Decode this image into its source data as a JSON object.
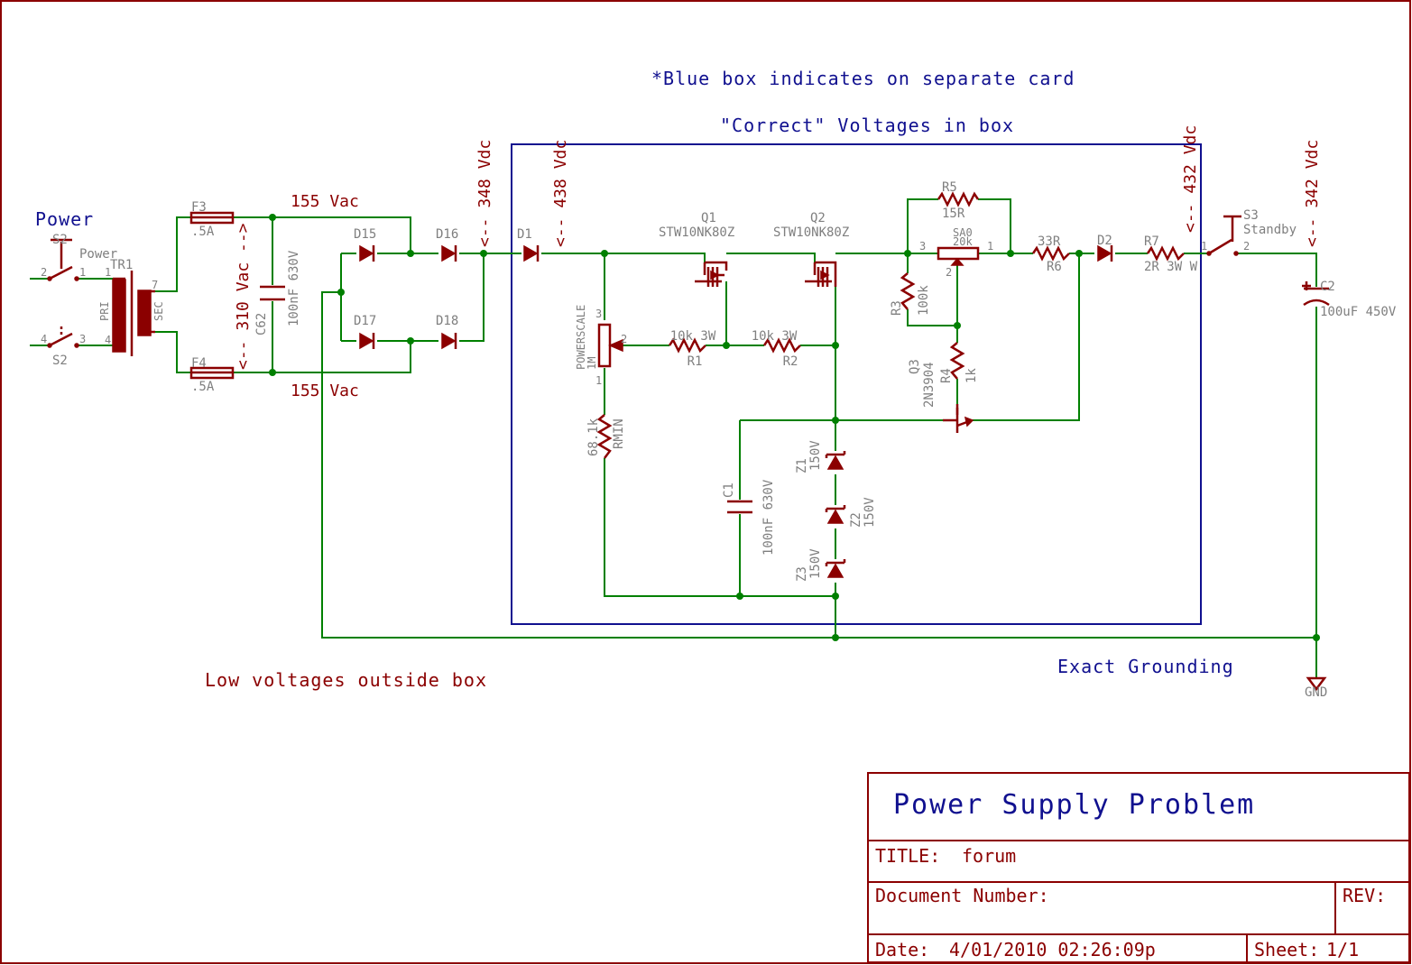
{
  "notes": {
    "blue_box": "*Blue box indicates on separate card",
    "correct_voltages": "\"Correct\" Voltages in box",
    "low_voltages": "Low voltages outside box",
    "exact_grounding": "Exact Grounding",
    "power": "Power"
  },
  "voltages": {
    "ac_top": "155 Vac",
    "ac_bottom": "155 Vac",
    "ac_310": "<-- 310 Vac -->",
    "v348": "<-- 348 Vdc",
    "v438": "<-- 438 Vdc",
    "v432": "<-- 432 Vdc",
    "v342": "<-- 342 Vdc"
  },
  "components": {
    "S2a": "S2",
    "S2a_val": "Power",
    "S2b": "S2",
    "TR1": "TR1",
    "TR1_pri": "PRI",
    "TR1_sec": "SEC",
    "F3": "F3",
    "F3_val": ".5A",
    "F4": "F4",
    "F4_val": ".5A",
    "C62": "C62",
    "C62_val": "100nF 630V",
    "D15": "D15",
    "D16": "D16",
    "D17": "D17",
    "D18": "D18",
    "D1": "D1",
    "D2": "D2",
    "Q1": "Q1",
    "Q1_val": "STW10NK80Z",
    "Q2": "Q2",
    "Q2_val": "STW10NK80Z",
    "R5": "R5",
    "R5_val": "15R",
    "SA0": "SA0",
    "SA0_val": "20k",
    "R6": "R6",
    "R6_val": "33R",
    "R7": "R7",
    "R7_val": "2R 3W W",
    "S3": "S3",
    "S3_val": "Standby",
    "C2": "C2",
    "C2_val": "100uF 450V",
    "R3": "R3",
    "R3_val": "100k",
    "R4": "R4",
    "R4_val": "1k",
    "Q3": "Q3",
    "Q3_val": "2N3904",
    "POT": "POWERSCALE",
    "POT_val": "1M",
    "R1": "R1",
    "R1_val": "10k 3W",
    "R2": "R2",
    "R2_val": "10k 3W",
    "RMIN": "RMIN",
    "RMIN_val": "68.1k",
    "C1": "C1",
    "C1_val": "100nF 630V",
    "Z1": "Z1",
    "Z1_val": "150V",
    "Z2": "Z2",
    "Z2_val": "150V",
    "Z3": "Z3",
    "Z3_val": "150V",
    "GND": "GND"
  },
  "title_block": {
    "heading": "Power Supply Problem",
    "title_label": "TITLE:",
    "title_value": "forum",
    "doc_label": "Document Number:",
    "rev_label": "REV:",
    "date_label": "Date:",
    "date_value": "4/01/2010 02:26:09p",
    "sheet_label": "Sheet:",
    "sheet_value": "1/1"
  },
  "colors": {
    "wire": "#008000",
    "symbol": "#8b0000",
    "blue_box": "#10108f",
    "label": "#7f7f7f"
  }
}
